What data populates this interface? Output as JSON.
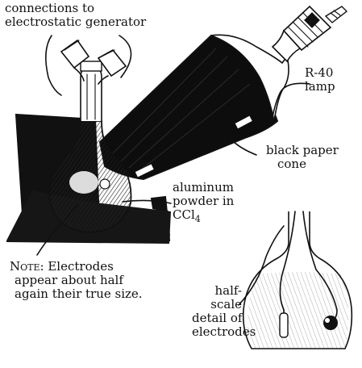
{
  "labels": {
    "connections_line1": "connections to",
    "connections_line2": "electrostatic generator",
    "lamp_line1": "R-40",
    "lamp_line2": "lamp",
    "cone_line1": "black paper",
    "cone_line2": "cone",
    "powder_line1": "aluminum",
    "powder_line2": "powder in",
    "powder_line3_main": "CCl",
    "powder_line3_sub": "4",
    "note_prefix": "Note:",
    "note_line1_rest": " Electrodes",
    "note_line2": "appear about half",
    "note_line3": "again their true size.",
    "detail_line1": "half-",
    "detail_line2": "scale",
    "detail_line3": "detail of",
    "detail_line4": "electrodes"
  }
}
